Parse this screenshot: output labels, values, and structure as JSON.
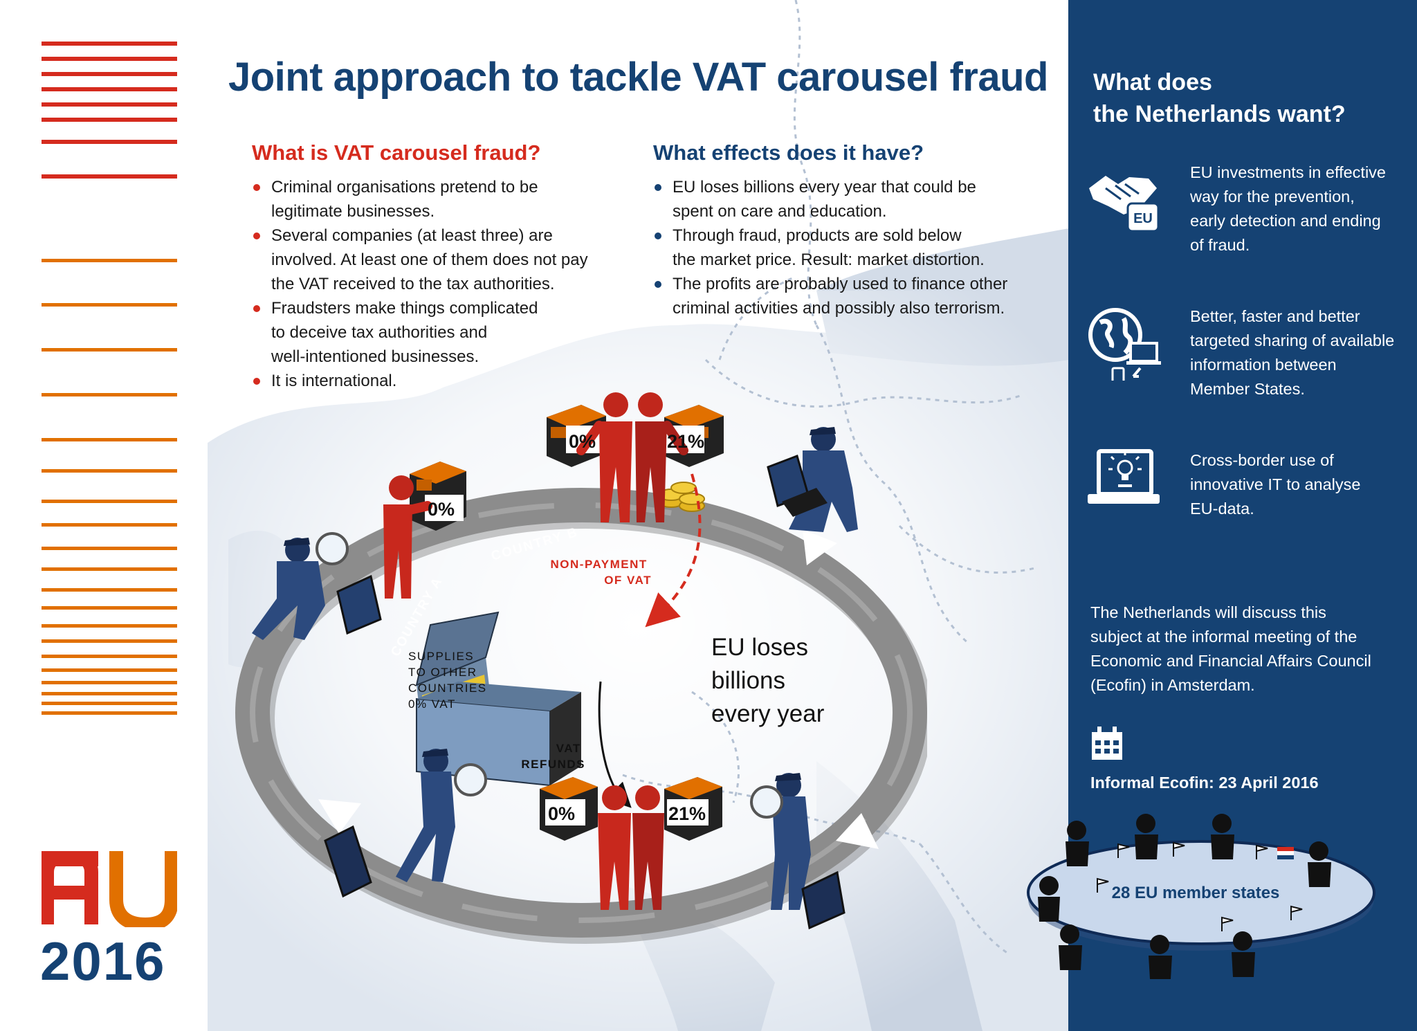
{
  "title": "Joint approach to tackle VAT carousel fraud",
  "logo": {
    "year": "2016"
  },
  "what_is": {
    "heading": "What is VAT carousel fraud?",
    "bullets": [
      [
        "Criminal organisations pretend to be",
        "legitimate businesses."
      ],
      [
        "Several companies (at least three) are",
        "involved. At least one of them does not pay",
        "the VAT received to the tax authorities."
      ],
      [
        "Fraudsters make things complicated",
        "to deceive tax authorities and",
        "well-intentioned businesses."
      ],
      [
        "It is international."
      ]
    ]
  },
  "effects": {
    "heading": "What effects does it have?",
    "bullets": [
      [
        "EU loses billions every year that could be",
        "spent on care and education."
      ],
      [
        "Through fraud, products are sold below",
        "the market price. Result: market distortion."
      ],
      [
        "The profits are probably used to finance other",
        "criminal activities and possibly also terrorism."
      ]
    ]
  },
  "diagram": {
    "country_a": "COUNTRY A",
    "country_b": "COUNTRY B",
    "nonpayment": [
      "NON-PAYMENT",
      "OF VAT"
    ],
    "supplies": [
      "SUPPLIES",
      "TO OTHER",
      "COUNTRIES",
      "0% VAT"
    ],
    "vat_refunds": [
      "VAT",
      "REFUNDS"
    ],
    "eu_loses": [
      "EU loses",
      "billions",
      "every year"
    ],
    "box_0": "0%",
    "box_21": "21%"
  },
  "panel": {
    "heading": [
      "What does",
      "the Netherlands want?"
    ],
    "items": [
      {
        "icon": "handshake-eu-icon",
        "lines": [
          "EU investments in effective",
          "way for the prevention,",
          "early detection and ending",
          "of fraud."
        ]
      },
      {
        "icon": "globe-sharing-icon",
        "lines": [
          "Better, faster and better",
          "targeted sharing of available",
          "information between",
          "Member States."
        ]
      },
      {
        "icon": "laptop-bulb-icon",
        "lines": [
          "Cross-border use of",
          "innovative IT to analyse",
          "EU-data."
        ]
      }
    ],
    "discuss": [
      "The Netherlands will discuss this",
      "subject at the informal meeting of the",
      "Economic and Financial Affairs Council",
      "(Ecofin) in Amsterdam."
    ],
    "date": "Informal Ecofin: 23 April 2016",
    "table_label": "28 EU member states"
  },
  "colors": {
    "navy": "#154273",
    "red": "#d52b1e",
    "orange": "#e17000",
    "ring": "#8c8c8c"
  }
}
